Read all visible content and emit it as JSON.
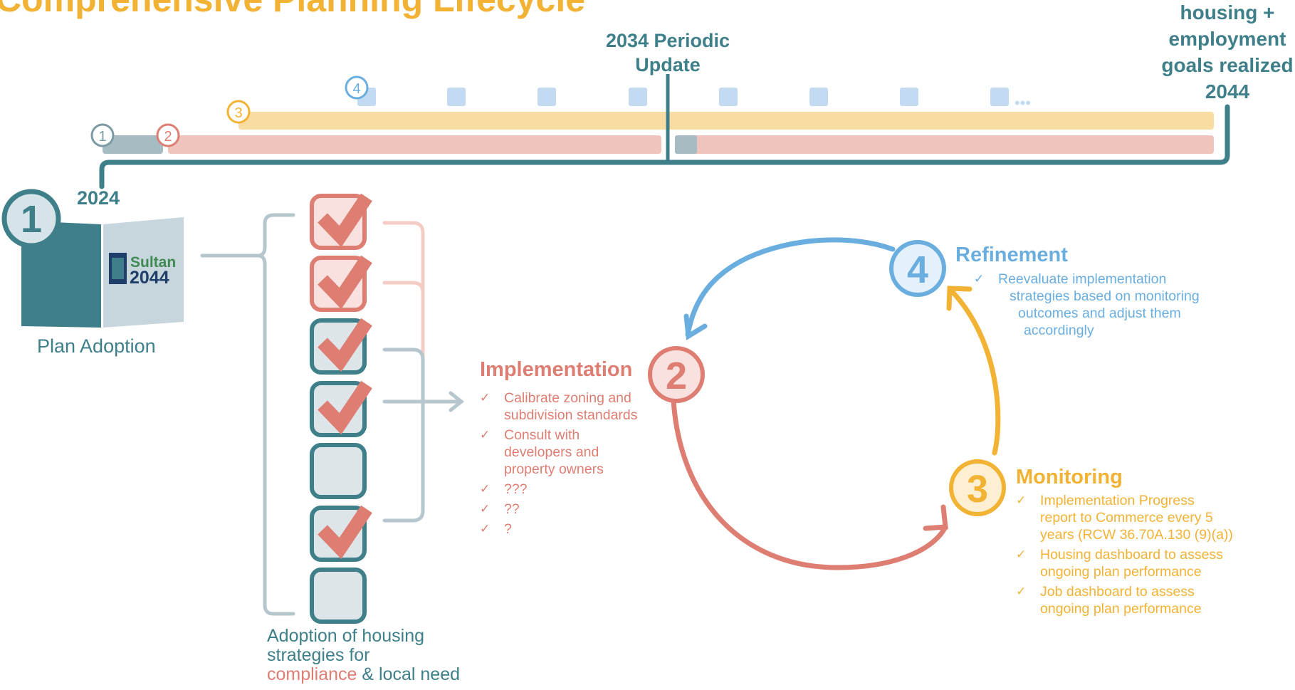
{
  "header": {
    "title": "Comprehensive Planning Lifecycle"
  },
  "timeline": {
    "start_year": "2024",
    "periodic_update": [
      "2034 Periodic",
      "Update"
    ],
    "end_label": [
      "housing +",
      "employment",
      "goals realized"
    ],
    "end_year": "2044",
    "markers": [
      "1",
      "2",
      "3",
      "4"
    ],
    "ellipsis": "•••"
  },
  "plan_adoption": {
    "number": "1",
    "label": "Plan Adoption",
    "logo_top": "Sultan",
    "logo_bottom": "2044"
  },
  "strategies": {
    "label_lines": [
      "Adoption of housing",
      "strategies for"
    ],
    "label_compliance": "compliance",
    "label_rest": " & local need",
    "boxes": [
      {
        "kind": "compliance",
        "checked": true
      },
      {
        "kind": "compliance",
        "checked": true
      },
      {
        "kind": "local",
        "checked": true
      },
      {
        "kind": "local",
        "checked": true
      },
      {
        "kind": "local",
        "checked": false
      },
      {
        "kind": "local",
        "checked": true
      },
      {
        "kind": "local",
        "checked": false
      }
    ]
  },
  "cycle": {
    "implementation": {
      "number": "2",
      "title": "Implementation",
      "items": [
        [
          "Calibrate zoning and",
          "subdivision standards"
        ],
        [
          "Consult with",
          "developers and",
          "property owners"
        ],
        [
          "???"
        ],
        [
          "??"
        ],
        [
          "?"
        ]
      ]
    },
    "monitoring": {
      "number": "3",
      "title": "Monitoring",
      "items": [
        [
          "Implementation Progress",
          "report to Commerce every 5",
          "years (RCW 36.70A.130 (9)(a))"
        ],
        [
          "Housing dashboard to assess",
          "ongoing plan performance"
        ],
        [
          "Job dashboard to assess",
          "ongoing plan performance"
        ]
      ]
    },
    "refinement": {
      "number": "4",
      "title": "Refinement",
      "items": [
        [
          "Reevaluate implementation",
          "strategies based on monitoring",
          "outcomes and adjust them",
          "accordingly"
        ]
      ]
    },
    "check_glyph": "✓"
  },
  "colors": {
    "teal": "#3e7f89",
    "pink": "#de7e73",
    "gold": "#f2b234",
    "blue": "#6aaedf",
    "gray": "#b6c6cd"
  }
}
